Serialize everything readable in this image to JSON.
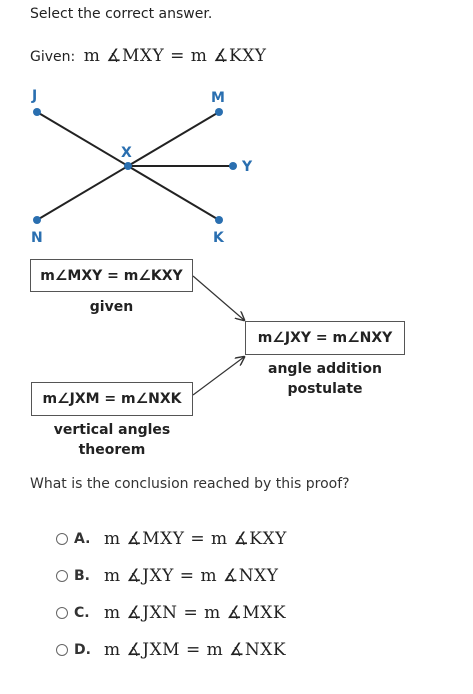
{
  "instruction": "Select the correct answer.",
  "given": {
    "label": "Given:",
    "statement": "m ∡MXY = m ∡KXY"
  },
  "figure": {
    "points": {
      "J": "J",
      "M": "M",
      "X": "X",
      "Y": "Y",
      "N": "N",
      "K": "K"
    }
  },
  "proof": {
    "box1": {
      "statement": "m∠MXY = m∠KXY",
      "reason": "given"
    },
    "box2": {
      "statement": "m∠JXM = m∠NXK",
      "reason_line1": "vertical angles",
      "reason_line2": "theorem"
    },
    "box3": {
      "statement": "m∠JXY = m∠NXY",
      "reason_line1": "angle addition",
      "reason_line2": "postulate"
    }
  },
  "question": "What is the conclusion reached by this proof?",
  "choices": [
    {
      "letter": "A.",
      "text": "m ∡MXY = m ∡KXY"
    },
    {
      "letter": "B.",
      "text": "m ∡JXY = m ∡NXY"
    },
    {
      "letter": "C.",
      "text": "m ∡JXN = m ∡MXK"
    },
    {
      "letter": "D.",
      "text": "m ∡JXM = m ∡NXK"
    }
  ],
  "colors": {
    "point": "#2a6fb0",
    "line": "#222222"
  }
}
